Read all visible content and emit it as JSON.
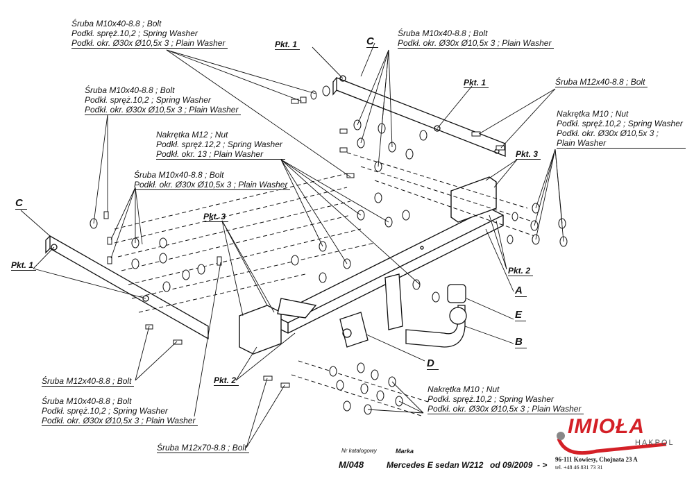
{
  "labels": {
    "tl_bolt": [
      "Śruba M10x40-8.8 ; Bolt",
      "Podkł. spręż.10,2 ; Spring Washer",
      "Podkł. okr. Ø30x Ø10,5x 3 ; Plain Washer"
    ],
    "tc_bolt": [
      "Śruba M10x40-8.8 ; Bolt",
      "Podkł. okr. Ø30x Ø10,5x 3 ; Plain Washer"
    ],
    "tr_bolt": [
      "Śruba M12x40-8.8 ; Bolt"
    ],
    "r_nut": [
      "Nakrętka M10 ; Nut",
      "Podkł. spręż.10,2 ; Spring Washer",
      "Podkł. okr. Ø30x Ø10,5x 3 ;",
      "Plain Washer"
    ],
    "l_bolt": [
      "Śruba M10x40-8.8 ; Bolt",
      "Podkł. spręż.10,2 ; Spring Washer",
      "Podkł. okr. Ø30x Ø10,5x 3 ; Plain Washer"
    ],
    "c_nut": [
      "Nakrętka M12 ; Nut",
      "Podkł. spręż.12,2 ; Spring Washer",
      "Podkł. okr. 13 ; Plain Washer"
    ],
    "lc_bolt": [
      "Śruba M10x40-8.8 ; Bolt",
      "Podkł. okr. Ø30x Ø10,5x 3 ; Plain Washer"
    ],
    "bl_bolt12": [
      "Śruba M12x40-8.8 ; Bolt"
    ],
    "bl_bolt10": [
      "Śruba M10x40-8.8 ; Bolt",
      "Podkł. spręż.10,2 ; Spring Washer",
      "Podkł. okr. Ø30x Ø10,5x 3 ; Plain Washer"
    ],
    "bl_bolt70": [
      "Śruba M12x70-8.8 ; Bolt"
    ],
    "br_nut": [
      "Nakrętka M10 ; Nut",
      "Podkł. spręż.10,2 ; Spring Washer",
      "Podkł. okr. Ø30x Ø10,5x 3 ; Plain Washer"
    ]
  },
  "points": {
    "pkt1": "Pkt. 1",
    "pkt2": "Pkt. 2",
    "pkt3": "Pkt. 3"
  },
  "parts": {
    "a": "A",
    "b": "B",
    "c": "C",
    "d": "D",
    "e": "E"
  },
  "footer": {
    "catalog_label": "Nr katalogowy",
    "brand_label": "Marka",
    "catalog_no": "M/048",
    "model": "Mercedes E sedan W212",
    "date": "od 09/2009",
    "arrow": "- >"
  },
  "logo": {
    "name": "IMIOŁA",
    "sub": "HAKPOL",
    "address": "96-111 Kowiesy, Chojnata 23 A",
    "phone": "tel. +48 46 831 73 31",
    "color": "#d42027"
  }
}
